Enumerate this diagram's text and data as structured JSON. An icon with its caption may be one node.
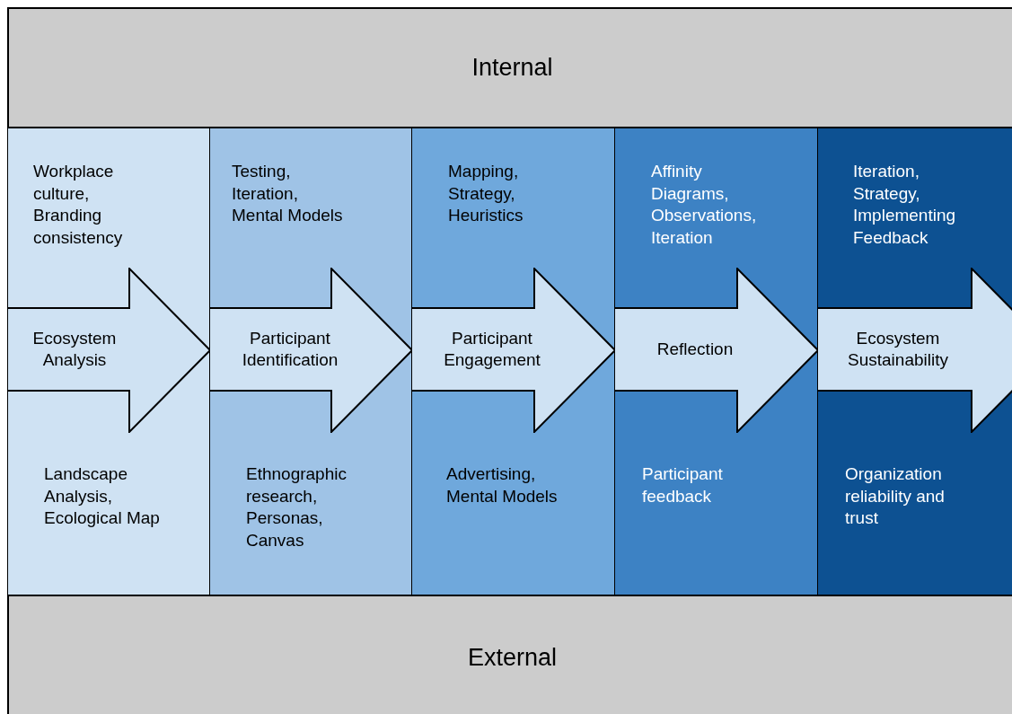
{
  "diagram": {
    "nodes": [
      {
        "text": [
          "Internal"
        ]
      },
      {
        "text": [
          "Workplace culture, Branding consistency",
          "Landscape Analysis, Ecological Map"
        ]
      },
      {
        "text": [
          "Ecosystem Analysis"
        ],
        "in": 1
      },
      {
        "text": [
          "Testing, Iteration, Mental Models",
          "Ethnographic research, Personas, Canvas"
        ]
      },
      {
        "text": [
          "Participant Identification"
        ],
        "in": 3
      },
      {
        "text": [
          "Mapping, Strategy, Heuristics",
          "Advertising, Mental Models"
        ]
      },
      {
        "text": [
          "Participant Engagement"
        ],
        "in": 5
      },
      {
        "text": [
          "Affinity Diagrams, Observations, Iteration",
          "Participant feedback"
        ]
      },
      {
        "text": [
          "Reflection"
        ],
        "in": 7
      },
      {
        "text": [
          "Iteration, Strategy, Implementing Feedback",
          "Organization reliability and trust"
        ]
      },
      {
        "text": [
          "Ecosystem Sustainability"
        ],
        "in": 9
      },
      {
        "text": [
          "External"
        ]
      }
    ]
  }
}
